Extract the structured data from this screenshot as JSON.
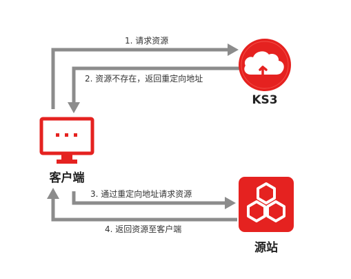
{
  "nodes": {
    "client": {
      "label": "客户端",
      "icon": "monitor-icon"
    },
    "ks3": {
      "label": "KS3",
      "icon": "cloud-upload-icon"
    },
    "origin": {
      "label": "源站",
      "icon": "hexagon-cluster-icon"
    }
  },
  "steps": [
    {
      "label": "1. 请求资源"
    },
    {
      "label": "2. 资源不存在，返回重定向地址"
    },
    {
      "label": "3. 通过重定向地址请求资源"
    },
    {
      "label": "4. 返回资源至客户端"
    }
  ],
  "colors": {
    "accent": "#e52220",
    "arrow": "#8c8c8c",
    "text": "#333333"
  }
}
